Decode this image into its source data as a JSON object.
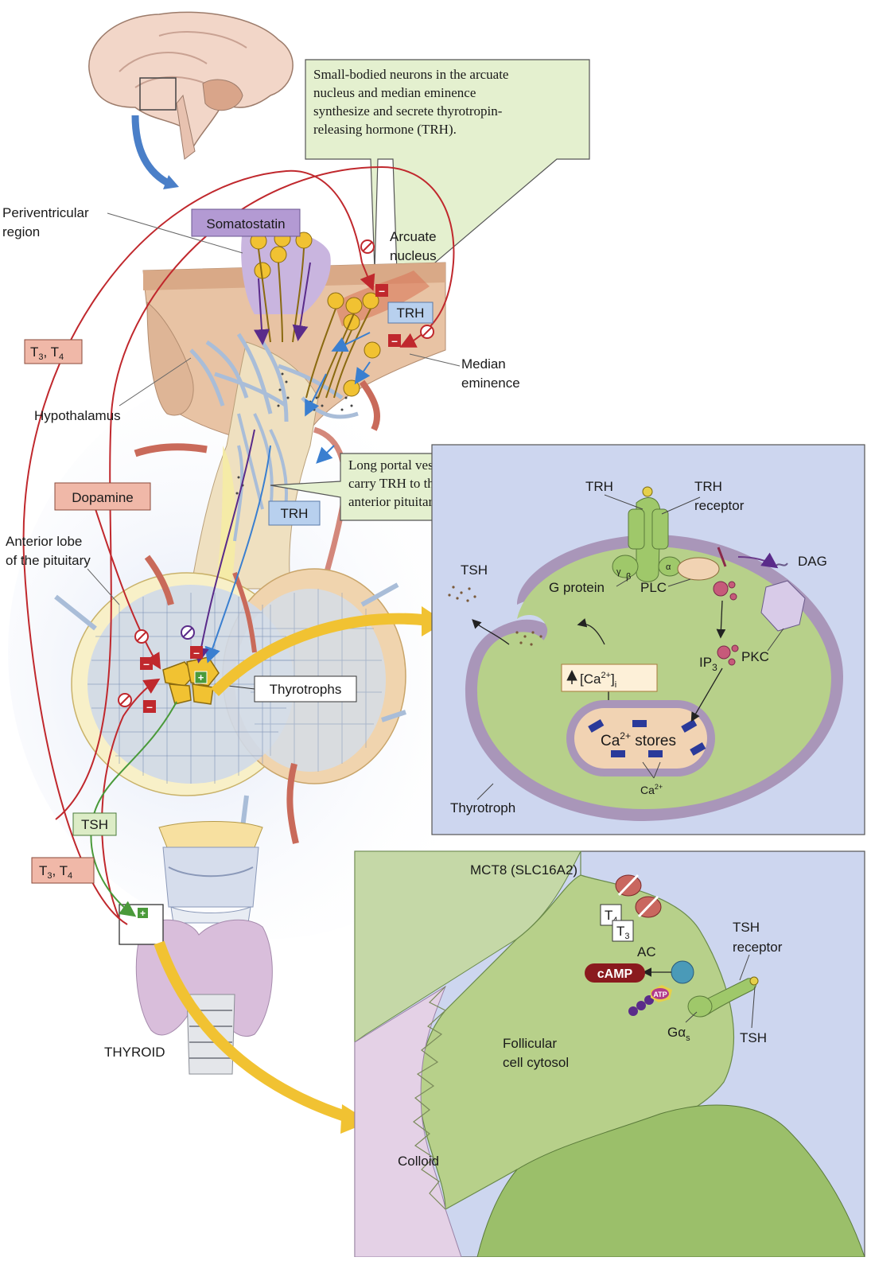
{
  "callouts": {
    "trh_neurons": [
      "Small-bodied neurons in the arcuate",
      "nucleus and median eminence",
      "synthesize and secrete thyrotropin-",
      "releasing hormone (TRH)."
    ],
    "portal": [
      "Long portal vessels",
      "carry TRH to the",
      "anterior pituitary."
    ]
  },
  "labels": {
    "periventricular": [
      "Periventricular",
      "region"
    ],
    "somatostatin": "Somatostatin",
    "arcuate": [
      "Arcuate",
      "nucleus"
    ],
    "trh_top": "TRH",
    "median_eminence": [
      "Median",
      "eminence"
    ],
    "hypothalamus": "Hypothalamus",
    "dopamine": "Dopamine",
    "trh_mid": "TRH",
    "anterior_lobe": [
      "Anterior lobe",
      "of the pituitary"
    ],
    "thyrotrophs": "Thyrotrophs",
    "tsh_left": "TSH",
    "thyroid": "THYROID",
    "t3t4": "T",
    "sub3": "3",
    "sub4": "4",
    "sep": ", T",
    "minus": "–",
    "plus": "+"
  },
  "thyrotroph_panel": {
    "trh": "TRH",
    "trh_receptor": [
      "TRH",
      "receptor"
    ],
    "tsh": "TSH",
    "g_protein": "G protein",
    "plc": "PLC",
    "dag": "DAG",
    "pkc": "PKC",
    "ip3": "IP",
    "ip3_sub": "3",
    "ca_i": "[Ca",
    "ca_sup": "2+",
    "ca_close": "]",
    "ca_sub": "i",
    "ca_stores": "Ca",
    "stores": " stores",
    "ca_label": "Ca",
    "thyrotroph": "Thyrotroph",
    "alpha": "α",
    "beta": "β",
    "gamma": "γ"
  },
  "follicular_panel": {
    "mct8": "MCT8 (SLC16A2)",
    "t4": "T",
    "t3": "T",
    "t4_sub": "4",
    "t3_sub": "3",
    "ac": "AC",
    "camp": "cAMP",
    "atp": "ATP",
    "tsh_receptor": [
      "TSH",
      "receptor"
    ],
    "g_alpha": "Gα",
    "g_alpha_sub": "s",
    "tsh": "TSH",
    "cytosol": [
      "Follicular",
      "cell cytosol"
    ],
    "colloid": "Colloid"
  },
  "colors": {
    "stimulate": "#2e8b2e",
    "inhibit": "#c0282d",
    "trh_arrow": "#3a7fd0",
    "somatostatin_box": "#b39ad3",
    "dopamine_box": "#f0b8a8",
    "trh_box": "#b8d0ee",
    "callout_bg": "#e4f0cf",
    "panel_bg": "#cdd6ef",
    "cell_green": "#b7d08a",
    "membrane": "#a996b9"
  }
}
